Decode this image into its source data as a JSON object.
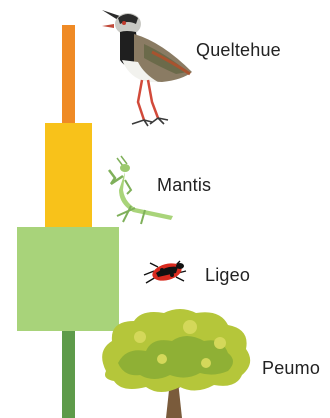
{
  "colors": {
    "orange": "#ef8a25",
    "yellow": "#f8c21a",
    "light_green": "#a8d37a",
    "dark_green": "#5e9b4a"
  },
  "levels": [
    {
      "name": "Queltehue",
      "icon": "lapwing-bird-icon"
    },
    {
      "name": "Mantis",
      "icon": "praying-mantis-icon"
    },
    {
      "name": "Ligeo",
      "icon": "red-bug-icon"
    },
    {
      "name": "Peumo",
      "icon": "tree-icon"
    }
  ]
}
